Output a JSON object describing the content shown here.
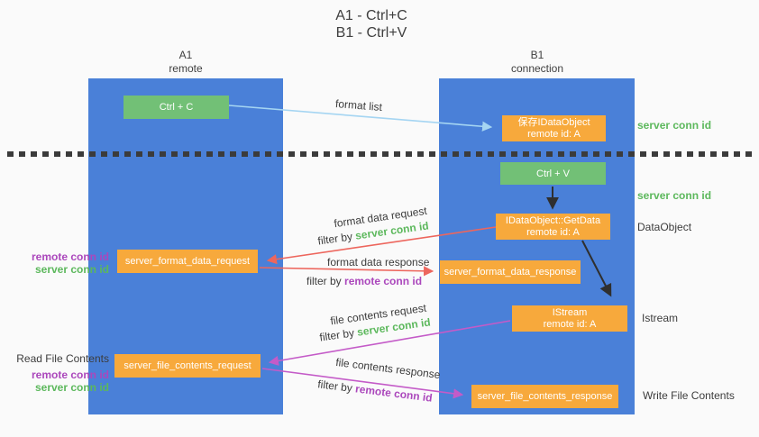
{
  "title": {
    "line1": "A1 - Ctrl+C",
    "line2": "B1 - Ctrl+V"
  },
  "lanes": {
    "a1": {
      "name": "A1",
      "role": "remote"
    },
    "b1": {
      "name": "B1",
      "role": "connection"
    }
  },
  "nodes": {
    "ctrl_c": {
      "label": "Ctrl + C"
    },
    "save_idataobject": {
      "line1": "保存IDataObject",
      "line2": "remote id: A"
    },
    "ctrl_v": {
      "label": "Ctrl + V"
    },
    "getdata": {
      "line1": "IDataObject::GetData",
      "line2": "remote id: A"
    },
    "format_data_request": {
      "label": "server_format_data_request"
    },
    "format_data_response": {
      "label": "server_format_data_response"
    },
    "istream": {
      "line1": "IStream",
      "line2": "remote id: A"
    },
    "file_contents_request": {
      "label": "server_file_contents_request"
    },
    "file_contents_response": {
      "label": "server_file_contents_response"
    }
  },
  "arrow_labels": {
    "format_list": "format list",
    "format_data_request": "format data request",
    "format_data_response": "format data response",
    "file_contents_request": "file contents request",
    "file_contents_response": "file contents response",
    "filter_by": "filter by",
    "server_conn_id": "server conn id",
    "remote_conn_id": "remote conn id"
  },
  "side_labels": {
    "right": {
      "server_conn_id_1": "server conn id",
      "server_conn_id_2": "server conn id",
      "dataobject": "DataObject",
      "istream": "Istream",
      "write_file_contents": "Write File Contents"
    },
    "left": {
      "remote_conn_id_1": "remote conn id",
      "server_conn_id_1": "server conn id",
      "read_file_contents": "Read File Contents",
      "remote_conn_id_2": "remote conn id",
      "server_conn_id_2": "server conn id"
    }
  },
  "colors": {
    "background": "#fafafa",
    "lane_blue": "#4a80d8",
    "box_orange": "#f7a93c",
    "box_green": "#72c076",
    "text_green": "#5cb85c",
    "text_purple": "#ab47bc",
    "arrow_red": "#ed665d",
    "arrow_purple": "#c45bc8",
    "arrow_light_blue": "#a5d5f2",
    "arrow_black": "#2f2f2f"
  }
}
